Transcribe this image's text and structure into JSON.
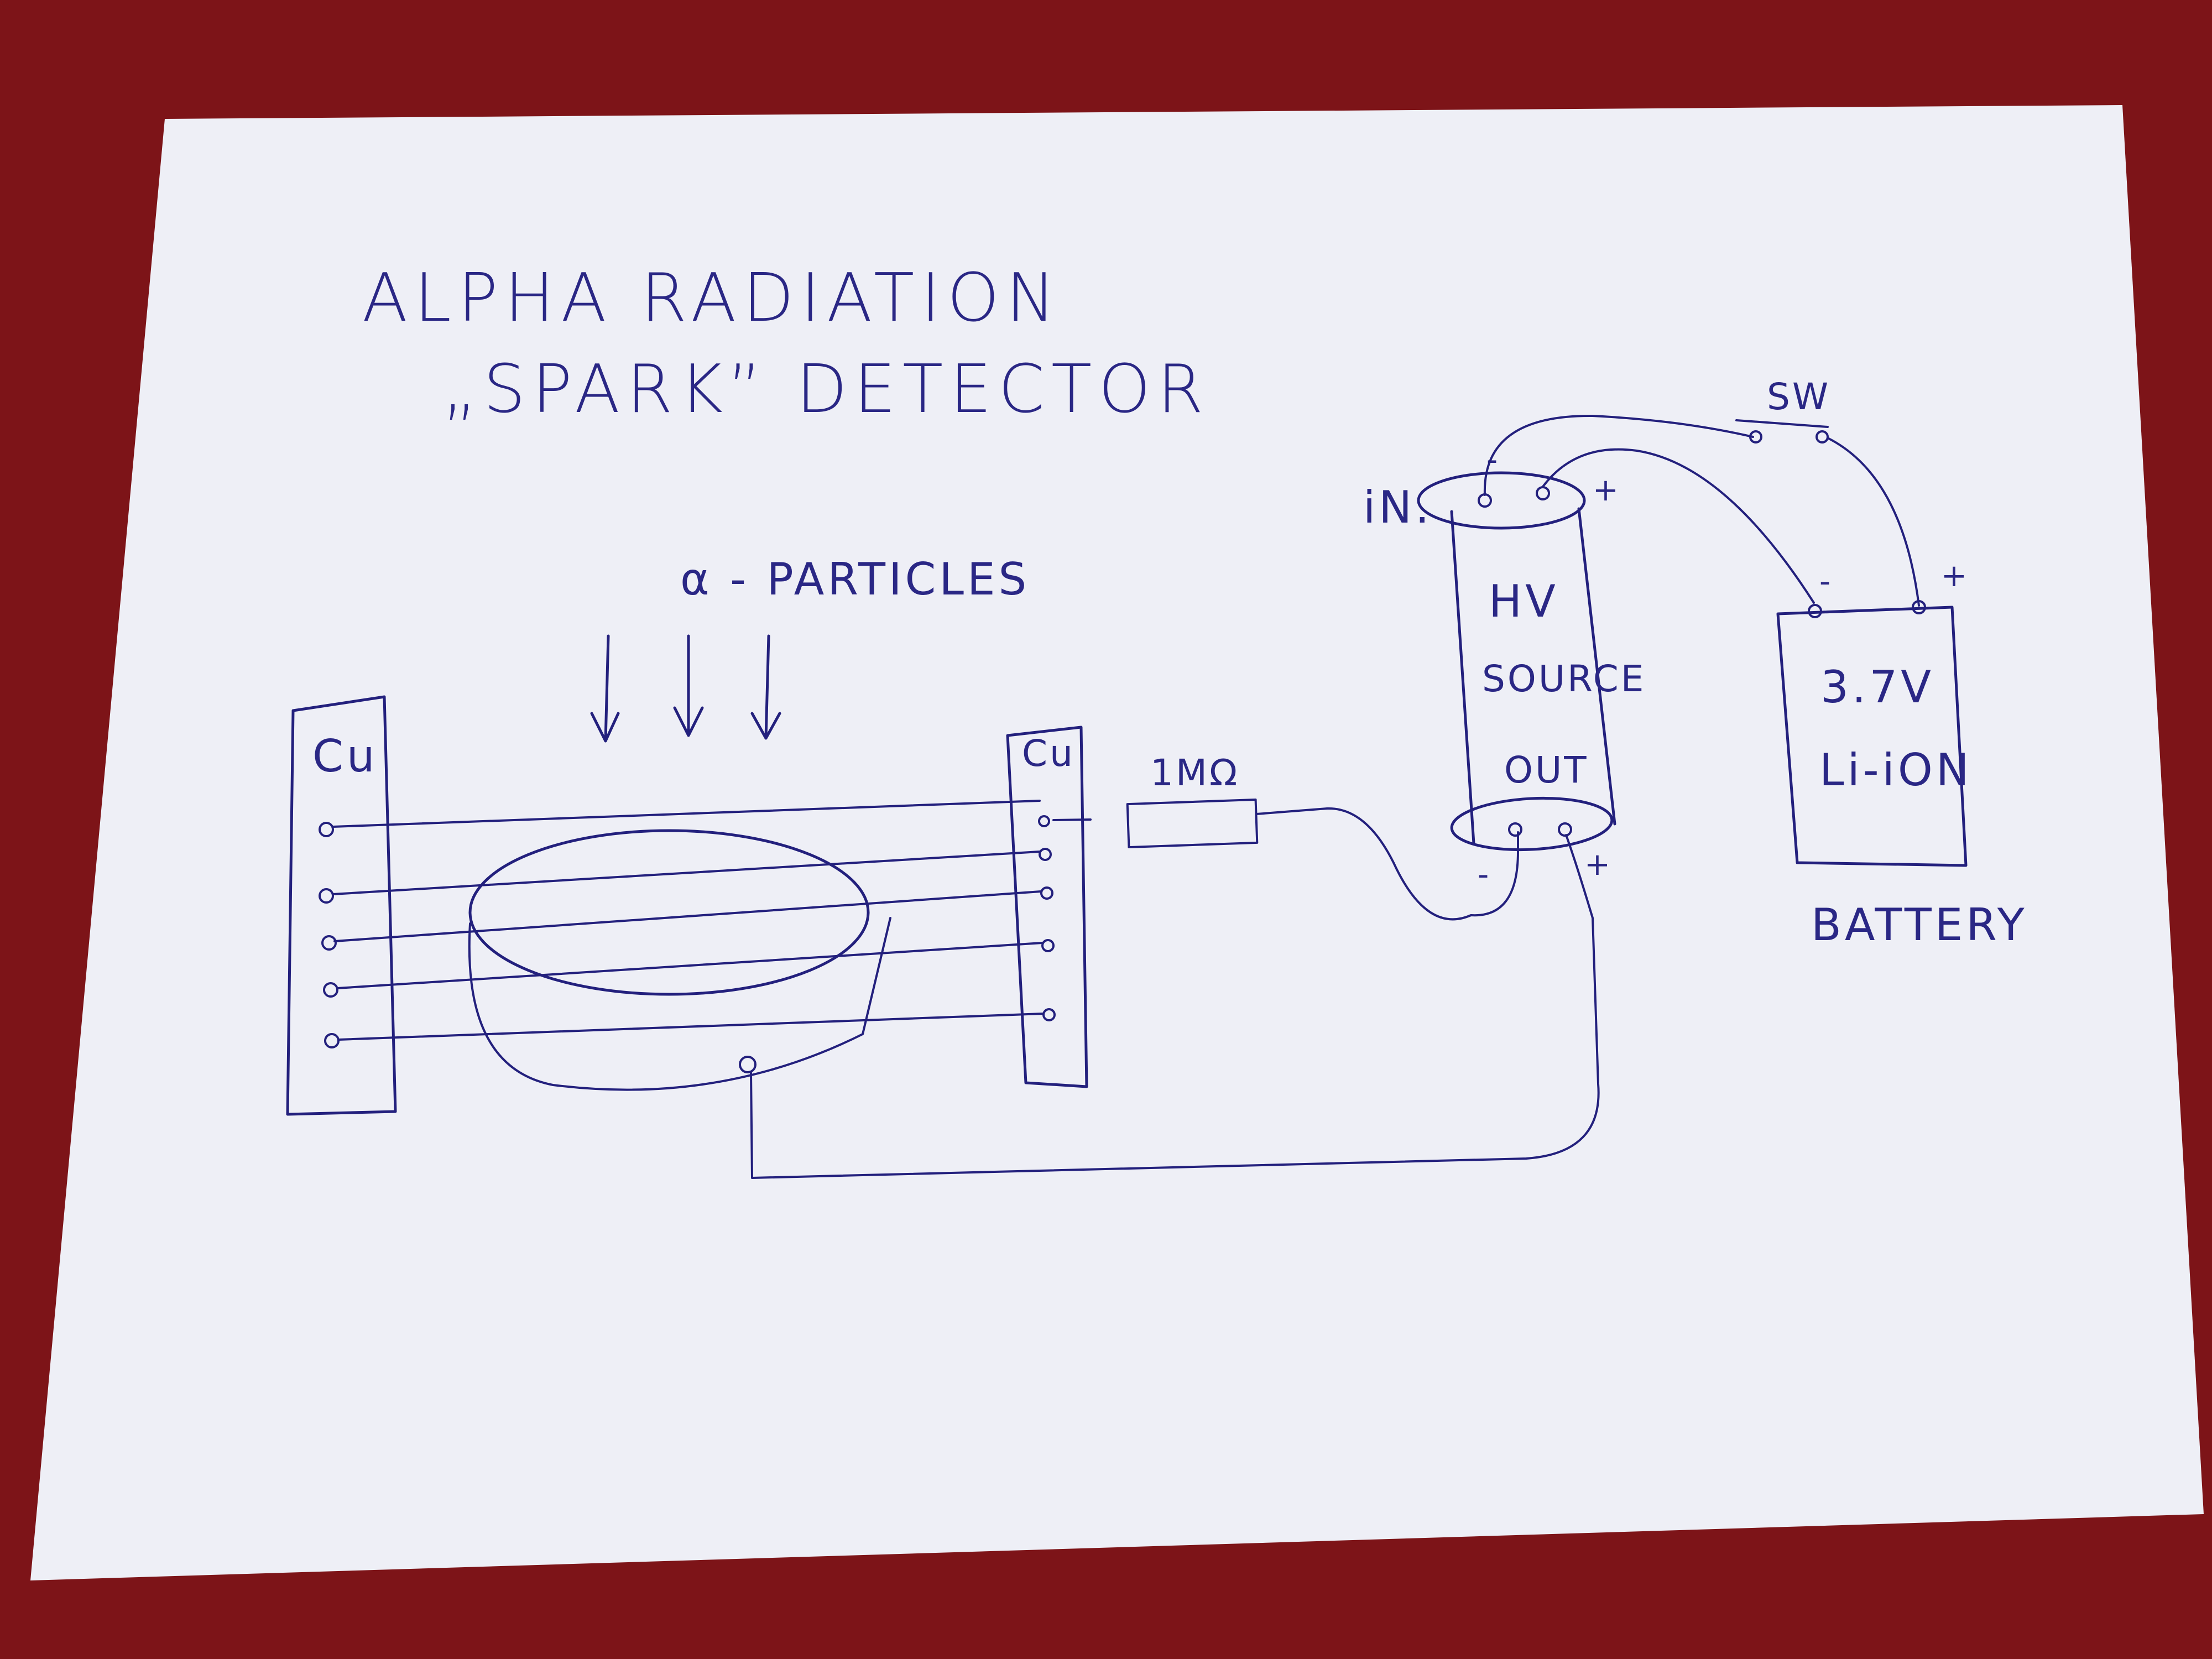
{
  "title_line1": "ALPHA RADIATION",
  "title_line2": "„SPARK” DETECTOR",
  "particles_label": "α - PARTICLES",
  "electrode_left_label": "Cu",
  "electrode_right_label": "Cu",
  "resistor_label": "1MΩ",
  "hv_source": {
    "in_label": "iN.",
    "name_line1": "HV",
    "name_line2": "SOURCE",
    "out_label": "OUT",
    "in_minus": "-",
    "in_plus": "+",
    "out_minus": "-",
    "out_plus": "+"
  },
  "switch_label": "SW",
  "battery": {
    "line1": "3.7V",
    "line2": "Li-iON",
    "label": "BATTERY",
    "minus": "-",
    "plus": "+"
  },
  "colors": {
    "table": "#7d1418",
    "paper": "#eeeff6",
    "ink": "#23207d"
  }
}
